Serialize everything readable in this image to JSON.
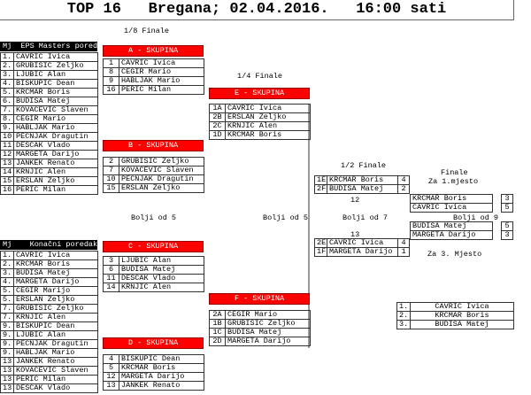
{
  "title": "TOP 16   Bregana; 02.04.2016.   16:00 sati",
  "labels": {
    "r16": "1/8 Finale",
    "qf": "1/4 Finale",
    "sf": "1/2 Finale",
    "final": "Finale",
    "first_place": "Za 1.mjesto",
    "third_place": "Za 3. Mjesto",
    "bo5_left": "Bolji od 5",
    "bo5_mid": "Bolji od 5",
    "bo7": "Bolji od 7",
    "bo9": "Bolji od 9",
    "match12": "12",
    "match13": "13"
  },
  "seeding": {
    "header": "Mj  EPS Masters poredak",
    "rows": [
      [
        "1.",
        "CAVRIĆ Ivica"
      ],
      [
        "2.",
        "GRUBIŠIĆ Željko"
      ],
      [
        "3.",
        "LJUBIĆ Alan"
      ],
      [
        "4.",
        "BIŠKUPIĆ Dean"
      ],
      [
        "5.",
        "KRČMAR Boris"
      ],
      [
        "6.",
        "BUDIŠA Matej"
      ],
      [
        "7.",
        "KOVAČEVIĆ Slaven"
      ],
      [
        "8.",
        "ČEGIR Mario"
      ],
      [
        "9.",
        "HABLJAK Mario"
      ],
      [
        "10.",
        "PEČNJAK Dragutin"
      ],
      [
        "11.",
        "DEŠČAK Vlado"
      ],
      [
        "12.",
        "MARGETA Darijo"
      ],
      [
        "13.",
        "JANKEK Renato"
      ],
      [
        "14.",
        "KRNJIĆ Alen"
      ],
      [
        "15.",
        "ERSLAN Željko"
      ],
      [
        "16.",
        "PERIĆ Milan"
      ]
    ]
  },
  "final_order": {
    "header": "Mj    Konačni poredak",
    "rows": [
      [
        "1.",
        "CAVRIĆ Ivica"
      ],
      [
        "2.",
        "KRČMAR Boris"
      ],
      [
        "3.",
        "BUDIŠA Matej"
      ],
      [
        "4.",
        "MARGETA Darijo"
      ],
      [
        "5.",
        "ČEGIR Marijo"
      ],
      [
        "5.",
        "ERSLAN Željko"
      ],
      [
        "7.",
        "GRUBIŠIĆ Željko"
      ],
      [
        "7.",
        "KRNJIĆ Alen"
      ],
      [
        "9.",
        "BIŠKUPIĆ Dean"
      ],
      [
        "9.",
        "LJUBIĆ Alan"
      ],
      [
        "9.",
        "PEČNJAK Dragutin"
      ],
      [
        "9.",
        "HABLJAK Mario"
      ],
      [
        "13.",
        "JANKEK Renato"
      ],
      [
        "13.",
        "KOVAČEVIĆ Slaven"
      ],
      [
        "13.",
        "PERIĆ Milan"
      ],
      [
        "13.",
        "DEŠČAK Vlado"
      ]
    ]
  },
  "groups": {
    "A": {
      "header": "A - SKUPINA",
      "rows": [
        [
          "1",
          "CAVRIĆ Ivica"
        ],
        [
          "8",
          "ČEGIR Mario"
        ],
        [
          "9",
          "HABLJAK Mario"
        ],
        [
          "16",
          "PERIĆ Milan"
        ]
      ]
    },
    "B": {
      "header": "B - SKUPINA",
      "rows": [
        [
          "2",
          "GRUBIŠIĆ Željko"
        ],
        [
          "7",
          "KOVAČEVIĆ Slaven"
        ],
        [
          "10",
          "PEČNJAK Dragutin"
        ],
        [
          "15",
          "ERSLAN Željko"
        ]
      ]
    },
    "C": {
      "header": "C - SKUPINA",
      "rows": [
        [
          "3",
          "LJUBIĆ Alan"
        ],
        [
          "6",
          "BUDIŠA Matej"
        ],
        [
          "11",
          "DEŠČAK Vlado"
        ],
        [
          "14",
          "KRNJIĆ Alen"
        ]
      ]
    },
    "D": {
      "header": "D - SKUPINA",
      "rows": [
        [
          "4",
          "BIŠKUPIĆ Dean"
        ],
        [
          "5",
          "KRČMAR Boris"
        ],
        [
          "12",
          "MARGETA Darijo"
        ],
        [
          "13",
          "JANKEK Renato"
        ]
      ]
    },
    "E": {
      "header": "E - SKUPINA",
      "rows": [
        [
          "1A",
          "CAVRIĆ Ivica"
        ],
        [
          "2B",
          "ERSLAN Željko"
        ],
        [
          "2C",
          "KRNJIĆ Alen"
        ],
        [
          "1D",
          "KRČMAR Boris"
        ]
      ]
    },
    "F": {
      "header": "F - SKUPINA",
      "rows": [
        [
          "2A",
          "ČEGIR Mario"
        ],
        [
          "1B",
          "GRUBIŠIĆ Željko"
        ],
        [
          "1C",
          "BUDIŠA Matej"
        ],
        [
          "2D",
          "MARGETA Darijo"
        ]
      ]
    }
  },
  "semis": {
    "s1": [
      [
        "1E",
        "KRČMAR Boris",
        "4"
      ],
      [
        "2F",
        "BUDIŠA Matej",
        "2"
      ]
    ],
    "s2": [
      [
        "2E",
        "CAVRIĆ Ivica",
        "4"
      ],
      [
        "1F",
        "MARGETA Darijo",
        "1"
      ]
    ]
  },
  "finals": {
    "first": [
      [
        "KRČMAR Boris",
        "3"
      ],
      [
        "CAVRIĆ Ivica",
        "5"
      ]
    ],
    "third": [
      [
        "BUDIŠA Matej",
        "5"
      ],
      [
        "MARGETA Darijo",
        "3"
      ]
    ]
  },
  "podium": [
    [
      "1.",
      "CAVRIĆ Ivica"
    ],
    [
      "2.",
      "KRČMAR Boris"
    ],
    [
      "3.",
      "BUDIŠA Matej"
    ]
  ],
  "colors": {
    "group_header": "#ff0000",
    "seed_header": "#000000"
  }
}
